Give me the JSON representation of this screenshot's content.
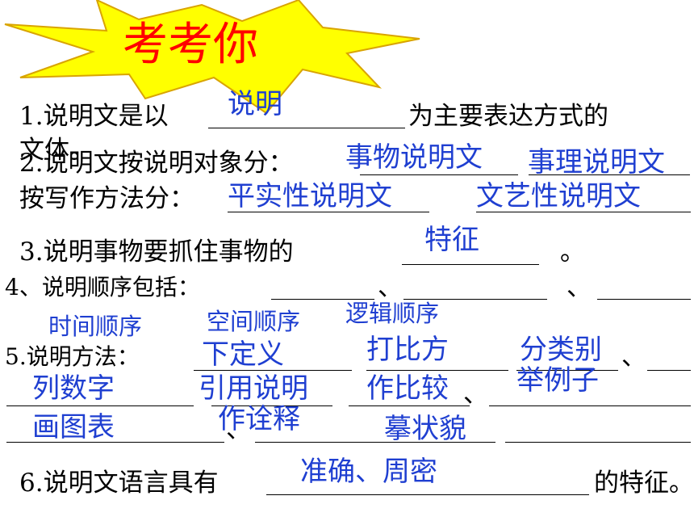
{
  "title": "考考你",
  "colors": {
    "star_fill": "#ffff00",
    "title": "#ff0000",
    "answer": "#1f3fd1",
    "text": "#000000"
  },
  "q1": {
    "prefix": "1.说明文是以",
    "answer": "说明",
    "suffix": "为主要表达方式的",
    "wrap": "文体。"
  },
  "q2": {
    "prefix": "2.说明文按说明对象分：",
    "answer1": "事物说明文",
    "answer2": "事理说明文",
    "line2_prefix": "按写作方法分：",
    "answer3": "平实性说明文",
    "answer4": "文艺性说明文"
  },
  "q3": {
    "prefix": "3.说明事物要抓住事物的",
    "answer": "特征",
    "suffix": "。"
  },
  "q4": {
    "prefix": "4、说明顺序包括：",
    "sep1": "、",
    "sep2": "、",
    "answers": [
      "时间顺序",
      "空间顺序",
      "逻辑顺序"
    ]
  },
  "q5": {
    "prefix": "5.说明方法：",
    "sep": "、",
    "answers": [
      "下定义",
      "打比方",
      "分类别",
      "列数字",
      "引用说明",
      "作比较",
      "举例子",
      "画图表",
      "作诠释",
      "摹状貌"
    ]
  },
  "q6": {
    "prefix": "6.说明文语言具有",
    "answer": "准确、周密",
    "suffix": "的特征。"
  }
}
